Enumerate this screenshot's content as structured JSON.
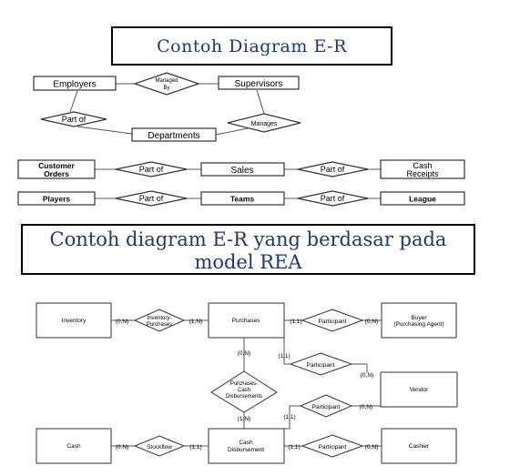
{
  "title1": "Contoh Diagram E-R",
  "title2_line1": "Contoh diagram E-R yang berdasar pada",
  "title2_line2": "model REA",
  "er1": {
    "employers": "Employers",
    "managed_by_1": "Managed",
    "managed_by_2": "By",
    "supervisors": "Supervisors",
    "part_of": "Part of",
    "manages": "Manages",
    "departments": "Departments"
  },
  "er2": {
    "customer_orders_1": "Customer",
    "customer_orders_2": "Orders",
    "part_of_a": "Part of",
    "sales": "Sales",
    "part_of_b": "Part of",
    "cash_receipts_1": "Cash",
    "cash_receipts_2": "Receipts"
  },
  "er3": {
    "players": "Players",
    "part_of_a": "Part of",
    "teams": "Teams",
    "part_of_b": "Part of",
    "league": "League"
  },
  "rea": {
    "inventory": "Inventory",
    "inv_purch_1": "Inventory-",
    "inv_purch_2": "Purchases",
    "purchases": "Purchases",
    "participant_1": "Participant",
    "buyer_1": "Buyer",
    "buyer_2": "(Purchasing Agent)",
    "participant_2": "Participant",
    "vendor": "Vendor",
    "pcd_1": "Purchases-",
    "pcd_2": "Cash",
    "pcd_3": "Disbursements",
    "participant_3": "Participant",
    "cash": "Cash",
    "stockflow": "Stockflow",
    "cash_disb_1": "Cash",
    "cash_disb_2": "Disbursement",
    "participant_4": "Participant",
    "cashier": "Cashier",
    "card_0n": "(0,N)",
    "card_1n": "(1,N)",
    "card_11": "(1,1)"
  }
}
